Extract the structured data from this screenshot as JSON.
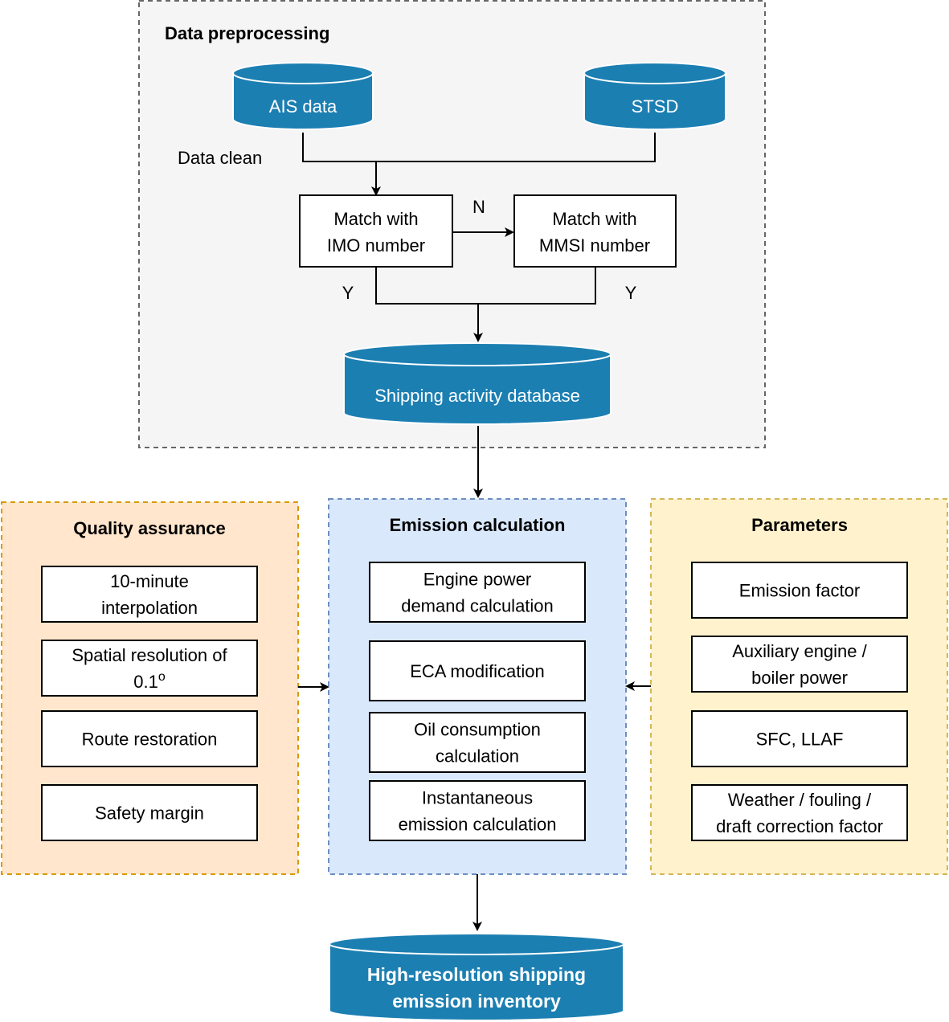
{
  "colors": {
    "database_fill": "#1c7fb2",
    "preprocessing_bg": "#f5f5f5",
    "preprocessing_border": "#666666",
    "quality_bg": "#ffe6cc",
    "quality_border": "#d79b00",
    "emission_bg": "#dae8fc",
    "emission_border": "#6c8ebf",
    "parameters_bg": "#fff2cc",
    "parameters_border": "#d6b656"
  },
  "preprocessing": {
    "title": "Data preprocessing",
    "ais_db": "AIS data",
    "stsd_db": "STSD",
    "data_clean_label": "Data clean",
    "match_imo": [
      "Match with",
      "IMO number"
    ],
    "match_mmsi": [
      "Match with",
      "MMSI number"
    ],
    "n_label": "N",
    "y_label_left": "Y",
    "y_label_right": "Y",
    "shipping_db": "Shipping activity database"
  },
  "quality": {
    "title": "Quality assurance",
    "items": [
      {
        "lines": [
          "10-minute",
          "interpolation"
        ]
      },
      {
        "lines": [
          "Spatial resolution of",
          "0.1"
        ],
        "superscript": "o"
      },
      {
        "lines": [
          "Route restoration"
        ]
      },
      {
        "lines": [
          "Safety margin"
        ]
      }
    ]
  },
  "emission": {
    "title": "Emission calculation",
    "items": [
      {
        "lines": [
          "Engine power",
          "demand calculation"
        ]
      },
      {
        "lines": [
          "ECA modification"
        ]
      },
      {
        "lines": [
          "Oil consumption",
          "calculation"
        ]
      },
      {
        "lines": [
          "Instantaneous",
          "emission calculation"
        ]
      }
    ]
  },
  "parameters": {
    "title": "Parameters",
    "items": [
      {
        "lines": [
          "Emission factor"
        ]
      },
      {
        "lines": [
          "Auxiliary engine /",
          "boiler power"
        ]
      },
      {
        "lines": [
          "SFC, LLAF"
        ]
      },
      {
        "lines": [
          "Weather / fouling /",
          "draft correction factor"
        ]
      }
    ]
  },
  "output": {
    "db_lines": [
      "High-resolution shipping",
      "emission inventory"
    ]
  }
}
